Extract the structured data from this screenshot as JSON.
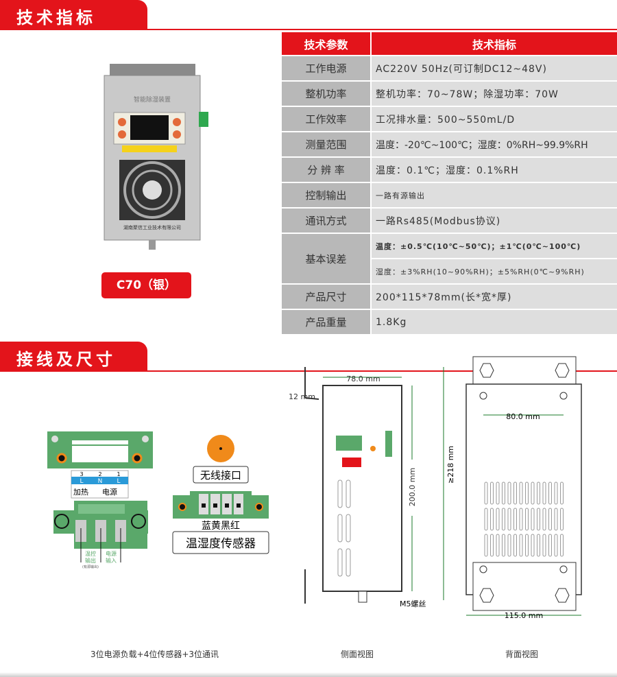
{
  "section1": {
    "title": "技术指标"
  },
  "section2": {
    "title": "接线及尺寸"
  },
  "product": {
    "model_label": "C70（银）",
    "panel_title": "智能除湿装置",
    "maker": "湖南聚信工业技术有限公司"
  },
  "table": {
    "headers": [
      "技术参数",
      "技术指标"
    ],
    "rows": [
      {
        "key": "工作电源",
        "value": "AC220V 50Hz(可订制DC12~48V)"
      },
      {
        "key": "整机功率",
        "value": "整机功率：70~78W；除湿功率：70W"
      },
      {
        "key": "工作效率",
        "value": "工况排水量：500~550mL/D"
      },
      {
        "key": "测量范围",
        "value": "温度：-20℃~100℃；湿度：0%RH~99.9%RH"
      },
      {
        "key": "分 辨 率",
        "value": "温度：0.1℃；湿度：0.1%RH"
      },
      {
        "key": "控制输出",
        "value": "一路有源输出"
      },
      {
        "key": "通讯方式",
        "value": "一路Rs485(Modbus协议)"
      },
      {
        "key": "基本误差",
        "value": "温度：±0.5℃(10℃~50℃)；±1℃(0℃~100℃)",
        "value2": "湿度：±3%RH(10~90%RH)；±5%RH(0℃~9%RH)"
      },
      {
        "key": "产品尺寸",
        "value": "200*115*78mm(长*宽*厚)"
      },
      {
        "key": "产品重量",
        "value": "1.8Kg"
      }
    ]
  },
  "wiring": {
    "pins": [
      "3",
      "2",
      "1"
    ],
    "pin_letters": [
      "L",
      "N",
      "L"
    ],
    "heat": "加热",
    "power": "电源",
    "out1": "温控",
    "out2": "输出",
    "out3": "(有源输出)",
    "in1": "电源",
    "in2": "输入",
    "wireless": "无线接口",
    "colors": "蓝黄黑红",
    "sensor": "温湿度传感器"
  },
  "side": {
    "dim_w": "78.0 mm",
    "dim_gap": "12 mm",
    "dim_h": "200.0 mm"
  },
  "back": {
    "dim_hole": "80.0 mm",
    "dim_h": "≥218 mm",
    "dim_w": "115.0 mm",
    "screw": "M5螺丝"
  },
  "captions": {
    "wiring": "3位电源负载+4位传感器+3位通讯",
    "side": "侧面视图",
    "back": "背面视图"
  },
  "colors": {
    "accent": "#e3141b",
    "terminal": "#5aa86a",
    "label_col": "#b8b8b8",
    "value_col": "#dedede"
  }
}
